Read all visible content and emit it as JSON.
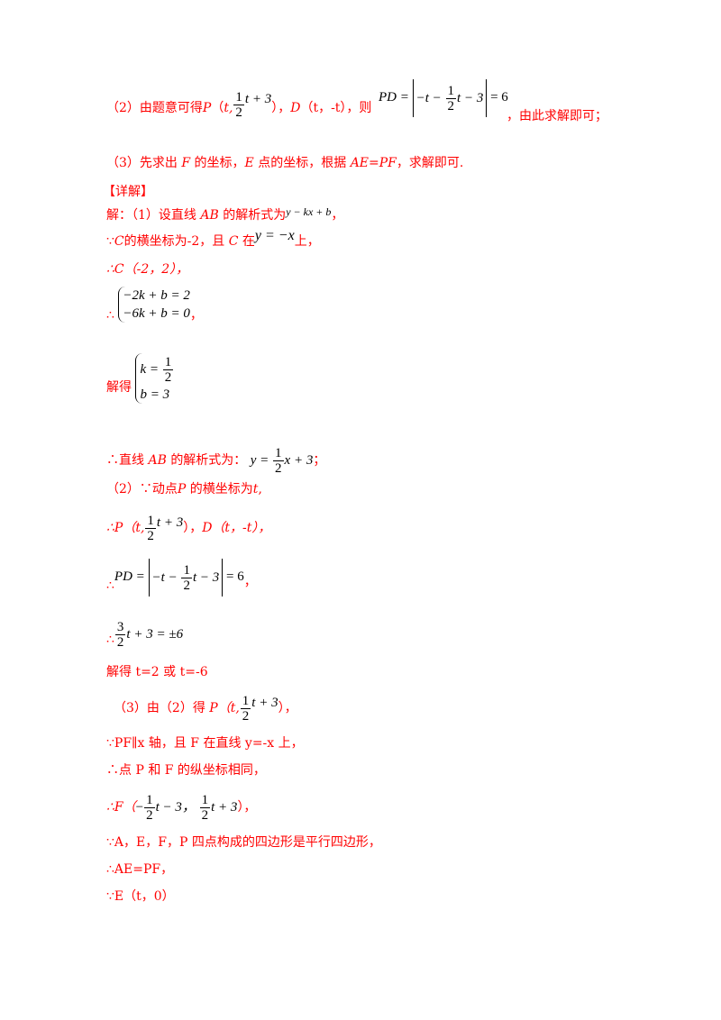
{
  "document": {
    "hint2": {
      "prefix": "（2）由题意可得",
      "P_label": "P",
      "open": "（",
      "t": "t,",
      "frac_num": "1",
      "frac_den": "2",
      "tail": "t + 3",
      "close": "），",
      "D_label": "D",
      "D_coords": "（t，-t），则",
      "PD_lhs": "PD =",
      "abs_a": "−t −",
      "abs_b": "t − 3",
      "rhs": "= 6",
      "suffix": "，由此求解即可；"
    },
    "hint3": {
      "text_a": "（3）先求出",
      "F": "F",
      "text_b": "的坐标，",
      "E": "E",
      "text_c": "点的坐标，根据",
      "eq": "AE=PF",
      "text_d": "，求解即可."
    },
    "section_title": "【详解】",
    "sol1": {
      "line1_prefix": "解：（1）设直线",
      "AB": "AB",
      "line1_mid": "的解析式为",
      "line1_math": "y − kx + b",
      "line1_end": "，",
      "line2_a": "∵",
      "C": "C",
      "line2_b": "的横坐标为-2，且",
      "line2_c": "在",
      "line2_math": "y = −x",
      "line2_d": "上，",
      "line3": "∴C（-2，2），",
      "sys_therefore": "∴",
      "sys_eq1": "−2k + b = 2",
      "sys_eq2": "−6k + b = 0",
      "sys_end": "，",
      "solve_label": "解得",
      "sol_k": "k =",
      "sol_b": "b = 3",
      "result_prefix": "∴直线",
      "result_mid": "的解析式为：",
      "result_y": "y =",
      "result_tail": "x + 3",
      "result_end": "；"
    },
    "sol2": {
      "line1_a": "（2）∵动点",
      "P": "P",
      "line1_b": "的横坐标为",
      "t": "t",
      "line1_end": ",",
      "line2_a": "∴P（t,",
      "line2_tail": "t + 3",
      "line2_b": "），",
      "line2_D": "D（t，-t），",
      "line3_therefore": "∴",
      "line3_lhs": "PD =",
      "line3_abs_a": "−t −",
      "line3_abs_b": "t − 3",
      "line3_rhs": "= 6",
      "line3_end": "，",
      "line4_therefore": "∴",
      "line4_num": "3",
      "line4_den": "2",
      "line4_tail": "t + 3 = ±6",
      "line5": "解得 t=2 或 t=-6"
    },
    "sol3": {
      "line1_a": "（3）由（2）得",
      "line1_P": "P（t,",
      "line1_tail": "t + 3",
      "line1_end": "），",
      "line2": "∵PF∥x 轴，且 F 在直线 y=-x 上，",
      "line3": "∴点 P 和 F 的纵坐标相同，",
      "line4_a": "∴F（",
      "line4_neg": "−",
      "line4_t1": "t − 3，",
      "line4_t2": "t + 3",
      "line4_end": "），",
      "line5": "∵A，E，F，P 四点构成的四边形是平行四边形，",
      "line6": "∴AE=PF，",
      "line7": "∵E（t，0）"
    },
    "colors": {
      "text_red": "#ff0000",
      "math_black": "#000000"
    }
  }
}
